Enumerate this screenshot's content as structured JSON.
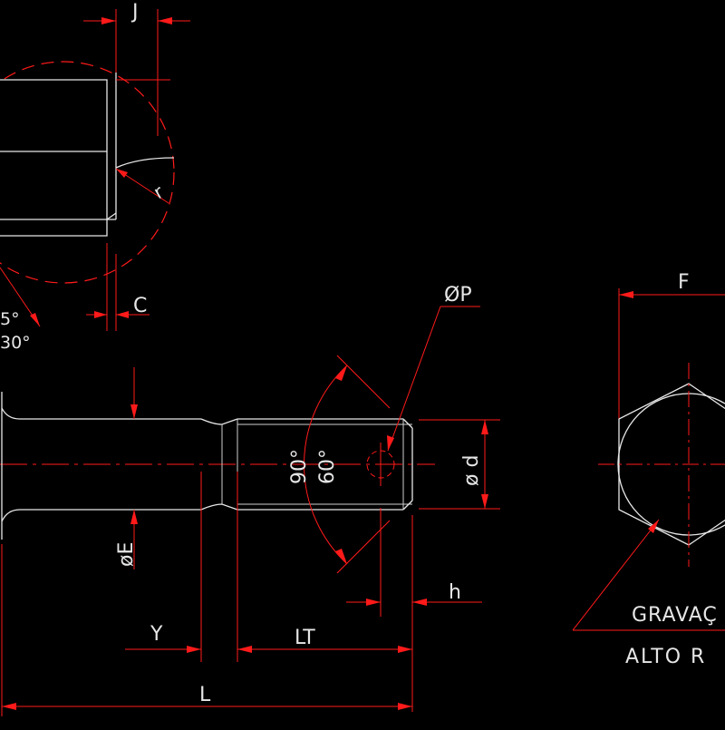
{
  "labels": {
    "j": "J",
    "c": "C",
    "r": "r",
    "angle_a": "5°",
    "angle_b": "30°",
    "f": "F",
    "phi_p": "ØP",
    "deg90": "90°",
    "deg60": "60°",
    "phi_d": "ø d",
    "phi_e": "øE",
    "h": "h",
    "y": "Y",
    "lt": "LT",
    "l": "L",
    "note_line1": "GRAVAÇ",
    "note_line2": "ALTO R"
  },
  "colors": {
    "outline": "#e8e8e8",
    "dimension": "#ff1a1a",
    "background": "#000000"
  }
}
